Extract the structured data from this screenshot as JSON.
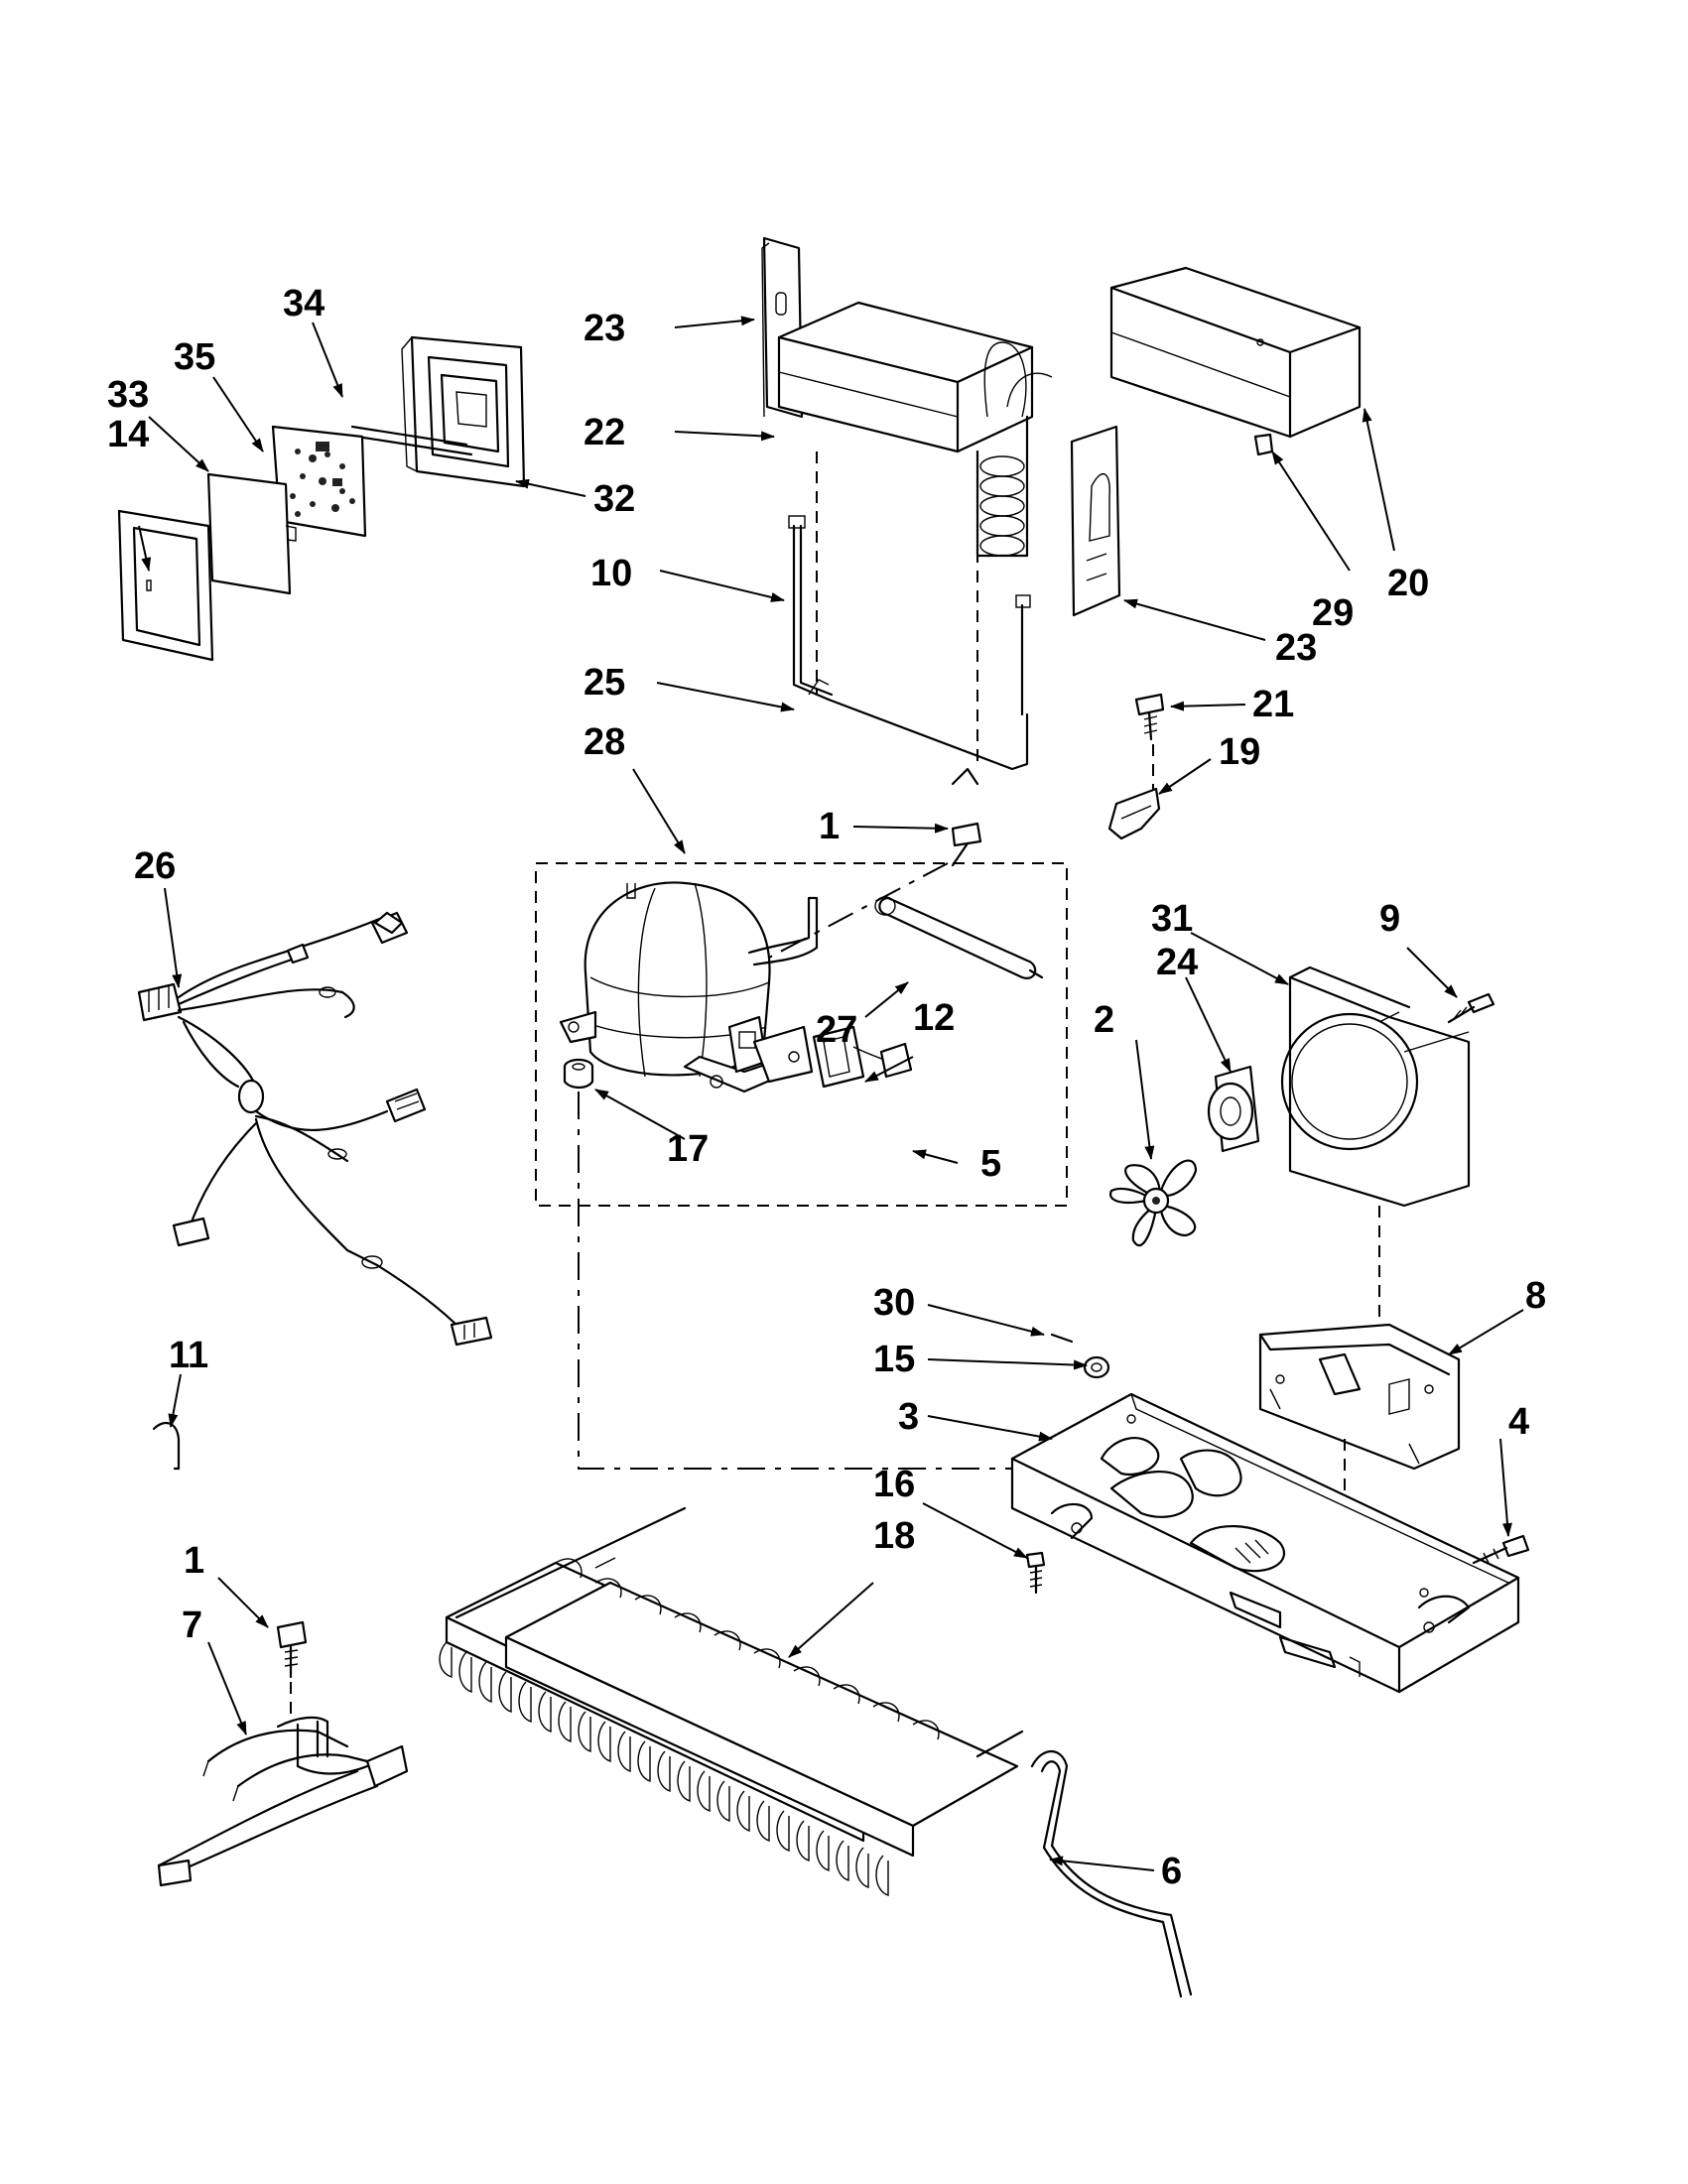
{
  "labels": {
    "p1a": "1",
    "p1b": "1",
    "p2": "2",
    "p3": "3",
    "p4": "4",
    "p5": "5",
    "p6": "6",
    "p7": "7",
    "p8": "8",
    "p9": "9",
    "p10": "10",
    "p11": "11",
    "p12": "12",
    "p14": "14",
    "p15": "15",
    "p16": "16",
    "p17": "17",
    "p18": "18",
    "p19": "19",
    "p20": "20",
    "p21": "21",
    "p22": "22",
    "p23a": "23",
    "p23b": "23",
    "p24": "24",
    "p25": "25",
    "p26": "26",
    "p27": "27",
    "p28": "28",
    "p29": "29",
    "p30": "30",
    "p31": "31",
    "p32": "32",
    "p33": "33",
    "p34": "34",
    "p35": "35"
  }
}
